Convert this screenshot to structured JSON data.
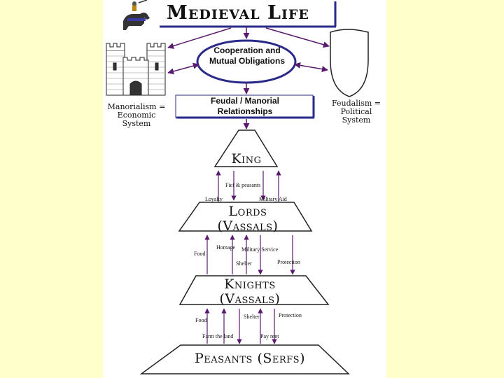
{
  "title": "Medieval Life",
  "center_oval": "Cooperation and Mutual Obligations",
  "feudal_box": "Feudal / Manorial Relationships",
  "left_caption": "Manorialism = Economic System",
  "right_caption": "Feudalism = Political System",
  "tiers": {
    "king": "King",
    "lords": "Lords (Vassals)",
    "knights": "Knights (Vassals)",
    "peasants": "Peasants (Serfs)"
  },
  "labels": {
    "fief_peasants": "Fief & peasants",
    "loyalty": "Loyalty",
    "military_aid": "Military Aid",
    "food_1": "Food",
    "homage": "Homage",
    "military_service": "Military Service",
    "shelter_1": "Shelter",
    "protection_1": "Protection",
    "food_2": "Food",
    "shelter_2": "Shelter",
    "protection_2": "Protection",
    "farm_land": "Farm the land",
    "pay_rent": "Pay rent"
  },
  "colors": {
    "background": "#ffffcc",
    "panel": "#ffffff",
    "arrow": "#5a1a6e",
    "box_border": "#2a2a8a",
    "ink": "#111111"
  },
  "icons": [
    "knight-on-horse-icon",
    "castle-icon",
    "shield-icon"
  ]
}
